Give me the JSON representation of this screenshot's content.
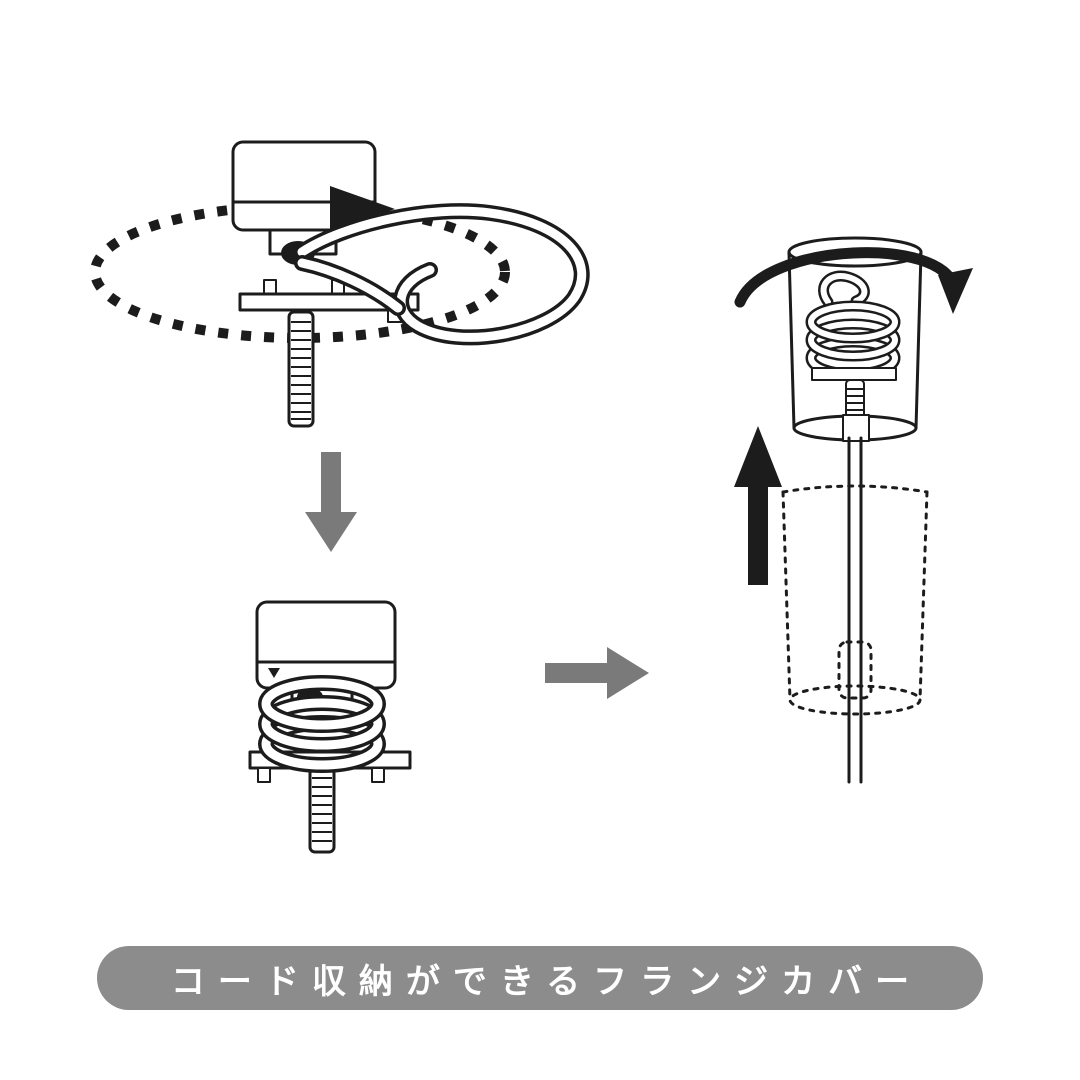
{
  "colors": {
    "line": "#1c1c1c",
    "arrow_gray": "#7a7a7a",
    "banner_bg": "#8c8c8c",
    "banner_text": "#ffffff",
    "background": "#ffffff",
    "cord_fill": "#ffffff"
  },
  "banner": {
    "label": "コード収納ができるフランジカバー"
  },
  "figure": {
    "type": "instruction-diagram",
    "steps": [
      {
        "id": 1,
        "icon": "wind-cord-around-flange-illustration",
        "direction_icon": "dotted-winding-ellipse"
      },
      {
        "id": 2,
        "icon": "cord-coiled-on-flange-illustration"
      },
      {
        "id": 3,
        "icon": "slide-cover-up-illustration",
        "motion_icons": [
          "rotate-arrow-icon",
          "up-arrow-icon"
        ]
      }
    ],
    "connector_icons": [
      "down-arrow-icon",
      "right-arrow-icon"
    ]
  }
}
